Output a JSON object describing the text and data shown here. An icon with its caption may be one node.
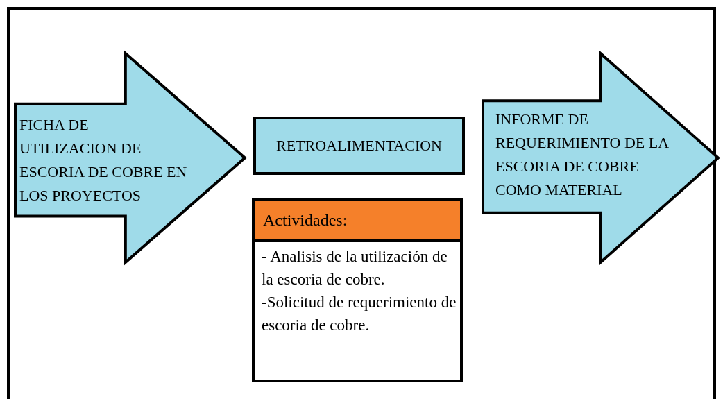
{
  "diagram": {
    "nodes": [
      {
        "text": [
          "FICHA DE UTILIZACION DE ESCORIA DE COBRE EN LOS PROYECTOS"
        ]
      },
      {
        "text": [
          "RETROALIMENTACION"
        ]
      },
      {
        "text": [
          "Actividades:",
          "- Analisis de la utilización de la escoria de cobre.",
          "-Solicitud de requerimiento de escoria de cobre."
        ]
      },
      {
        "text": [
          "INFORME DE REQUERIMIENTO DE LA ESCORIA DE COBRE COMO MATERIAL"
        ]
      }
    ]
  }
}
